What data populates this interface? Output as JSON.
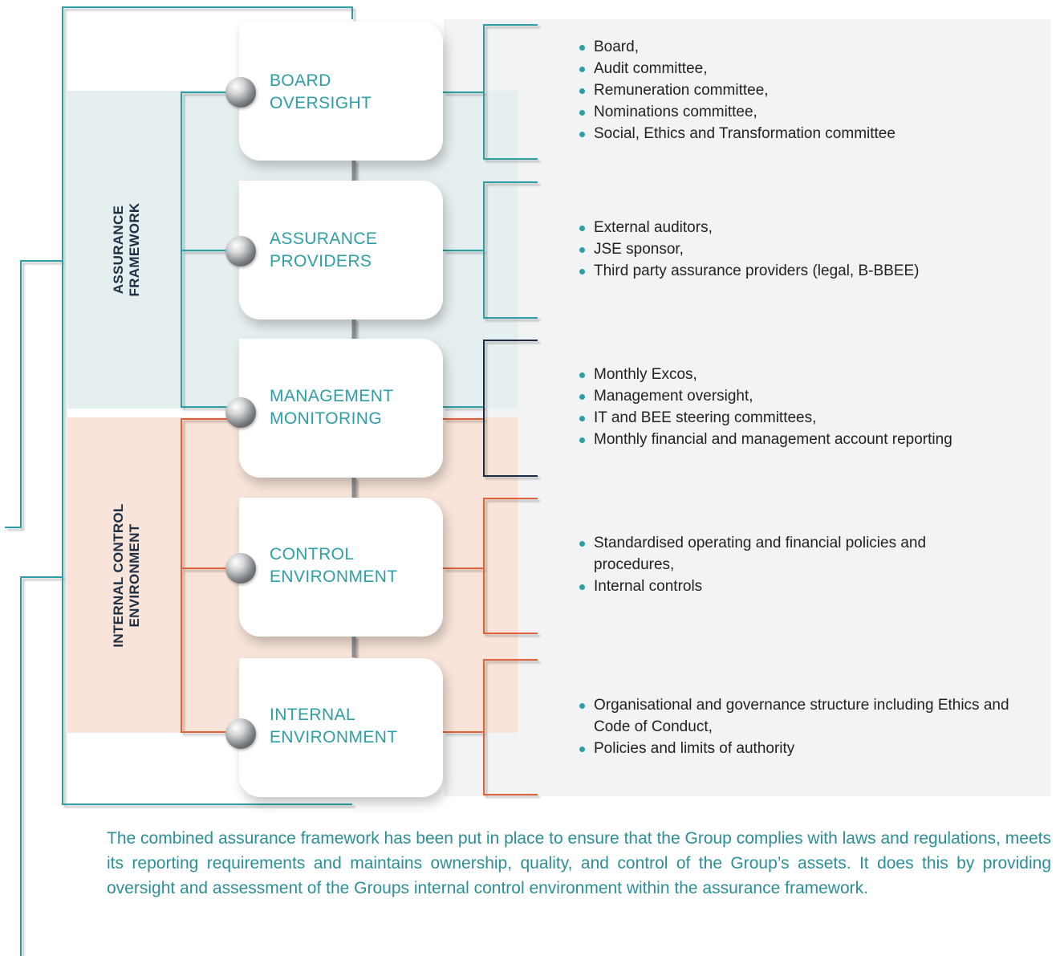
{
  "colors": {
    "teal": "#2e9ea4",
    "orange": "#e0623a",
    "navy": "#1e2f44",
    "grey_panel": "#f1f3f5",
    "teal_band": "#e6eff0",
    "peach_band": "#f8e4d8"
  },
  "groups": {
    "assurance": {
      "line1": "ASSURANCE",
      "line2": "FRAMEWORK"
    },
    "internal": {
      "line1": "INTERNAL CONTROL",
      "line2": "ENVIRONMENT"
    }
  },
  "cards": [
    {
      "line1": "BOARD",
      "line2": "OVERSIGHT",
      "bullet_icon": "sphere-icon"
    },
    {
      "line1": "ASSURANCE",
      "line2": "PROVIDERS",
      "bullet_icon": "sphere-icon"
    },
    {
      "line1": "MANAGEMENT",
      "line2": "MONITORING",
      "bullet_icon": "sphere-icon"
    },
    {
      "line1": "CONTROL",
      "line2": "ENVIRONMENT",
      "bullet_icon": "sphere-icon"
    },
    {
      "line1": "INTERNAL",
      "line2": "ENVIRONMENT",
      "bullet_icon": "sphere-icon"
    }
  ],
  "details": [
    [
      "Board,",
      "Audit committee,",
      "Remuneration committee,",
      "Nominations committee,",
      "Social, Ethics and Transformation committee"
    ],
    [
      "External auditors,",
      "JSE sponsor,",
      "Third party assurance providers (legal, B-BBEE)"
    ],
    [
      "Monthly Excos,",
      "Management oversight,",
      "IT and BEE steering committees,",
      "Monthly financial and management account reporting"
    ],
    [
      "Standardised operating and financial policies and procedures,",
      "Internal controls"
    ],
    [
      "Organisational and governance structure including Ethics and Code of Conduct,",
      "Policies and limits of authority"
    ]
  ],
  "summary": "The combined assurance framework has been put in place to ensure that the Group complies with laws and regulations, meets its reporting requirements and maintains ownership, quality, and control of the Group’s assets. It does this by providing oversight and assessment of the Groups internal control environment within the assurance framework."
}
